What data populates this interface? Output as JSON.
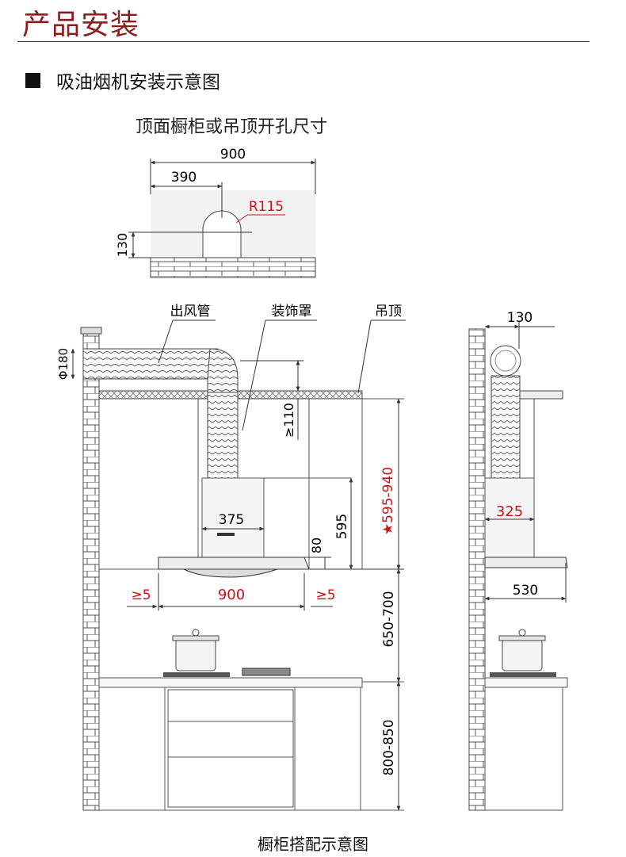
{
  "header": {
    "title": "产品安装"
  },
  "section": {
    "title": "吸油烟机安装示意图"
  },
  "top_view": {
    "title": "顶面橱柜或吊顶开孔尺寸",
    "width": "900",
    "offset": "390",
    "radius": "R115",
    "height": "130"
  },
  "front_view": {
    "label_duct": "出风管",
    "label_cover": "装饰罩",
    "label_ceiling": "吊顶",
    "duct_diameter": "Φ180",
    "gap_top": "≥110",
    "cover_width": "375",
    "hood_height": "595",
    "hood_lip": "80",
    "range_height": "★595-940",
    "side_gap_left": "≥5",
    "hood_width": "900",
    "side_gap_right": "≥5",
    "hood_to_stove": "650-700",
    "counter_height": "800-850"
  },
  "side_view": {
    "duct_offset": "130",
    "cover_depth": "325",
    "hood_depth": "530"
  },
  "caption": "橱柜搭配示意图",
  "colors": {
    "title_red": "#8b1d1d",
    "dim_red": "#cc1111",
    "line": "#333333"
  }
}
